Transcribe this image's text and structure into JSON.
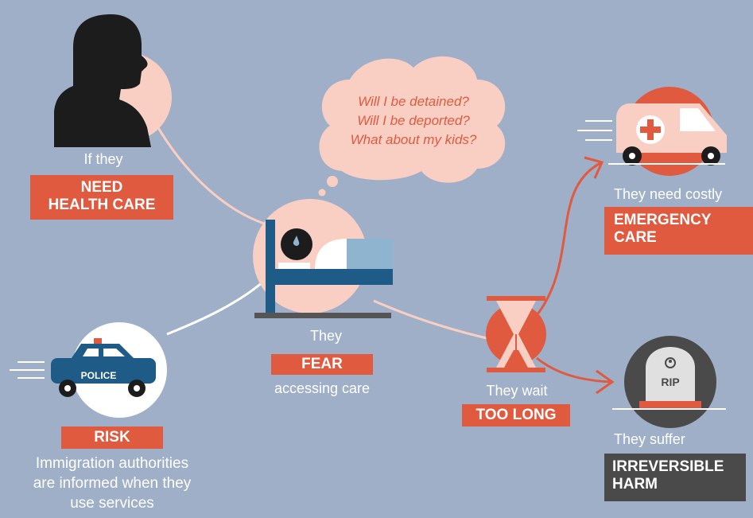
{
  "colors": {
    "background": "#9fafc8",
    "accent_red": "#e05a3f",
    "pink": "#f9cfc3",
    "dark_gray": "#4a4a4a",
    "navy": "#1e5b86"
  },
  "icons": [
    "person-silhouette-icon",
    "police-car-icon",
    "bed-patient-icon",
    "hourglass-icon",
    "ambulance-icon",
    "tombstone-icon",
    "thought-bubble-icon"
  ],
  "need": {
    "lead": "If they",
    "tag_line1": "NEED",
    "tag_line2": "HEALTH CARE"
  },
  "risk": {
    "tag": "RISK",
    "desc_line1": "Immigration authorities",
    "desc_line2": "are informed when they",
    "desc_line3": "use services",
    "police_label": "POLICE"
  },
  "fear": {
    "lead": "They",
    "tag": "FEAR",
    "trail": "accessing care"
  },
  "thought": {
    "line1": "Will I be detained?",
    "line2": "Will I be deported?",
    "line3": "What about my kids?"
  },
  "wait": {
    "lead": "They wait",
    "tag": "TOO LONG"
  },
  "emergency": {
    "lead": "They need costly",
    "tag_line1": "EMERGENCY",
    "tag_line2": "CARE"
  },
  "harm": {
    "lead": "They suffer",
    "tag_line1": "IRREVERSIBLE",
    "tag_line2": "HARM",
    "tomb_label": "RIP"
  }
}
